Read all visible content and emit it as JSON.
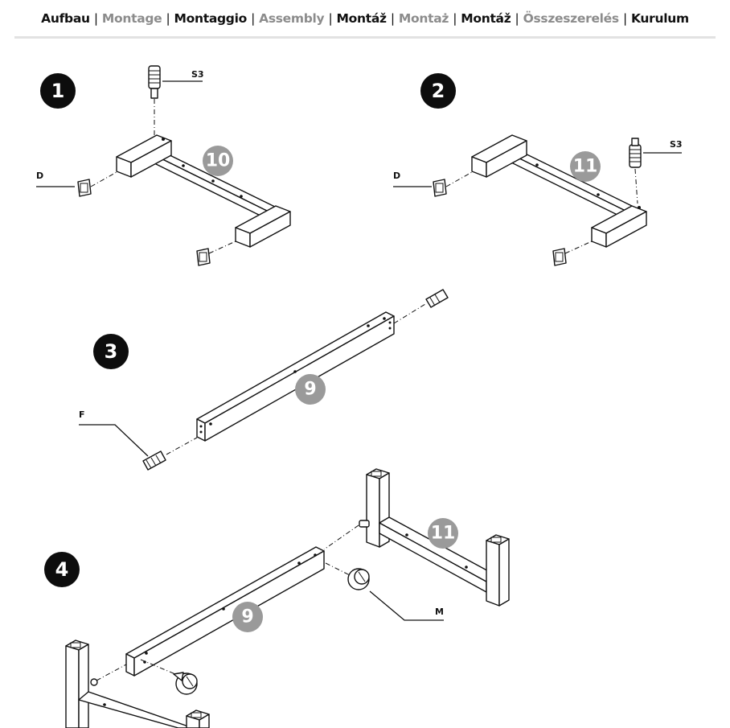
{
  "header": {
    "items": [
      {
        "text": "Aufbau",
        "style": "dark"
      },
      {
        "text": "Montage",
        "style": "grey"
      },
      {
        "text": "Montaggio",
        "style": "dark"
      },
      {
        "text": "Assembly",
        "style": "grey"
      },
      {
        "text": "Montáž",
        "style": "dark"
      },
      {
        "text": "Montaż",
        "style": "grey"
      },
      {
        "text": "Montáž",
        "style": "dark"
      },
      {
        "text": "Összeszerelés",
        "style": "grey"
      },
      {
        "text": "Kurulum",
        "style": "dark"
      }
    ],
    "separator": "|"
  },
  "steps": [
    {
      "number": "1",
      "part_number": "10",
      "labels": {
        "screw": "S3",
        "cap": "D"
      }
    },
    {
      "number": "2",
      "part_number": "11",
      "labels": {
        "screw": "S3",
        "cap": "D"
      }
    },
    {
      "number": "3",
      "part_number": "9",
      "labels": {
        "dowel": "F"
      }
    },
    {
      "number": "4",
      "part_number_frame": "11",
      "part_number_beam": "9",
      "labels": {
        "cam": "M"
      }
    }
  ],
  "colors": {
    "step_circle": "#0d0d0d",
    "part_circle": "#9a9a9a",
    "header_dark": "#111111",
    "header_grey": "#8c8c8c",
    "rule": "#e2e2e2"
  }
}
